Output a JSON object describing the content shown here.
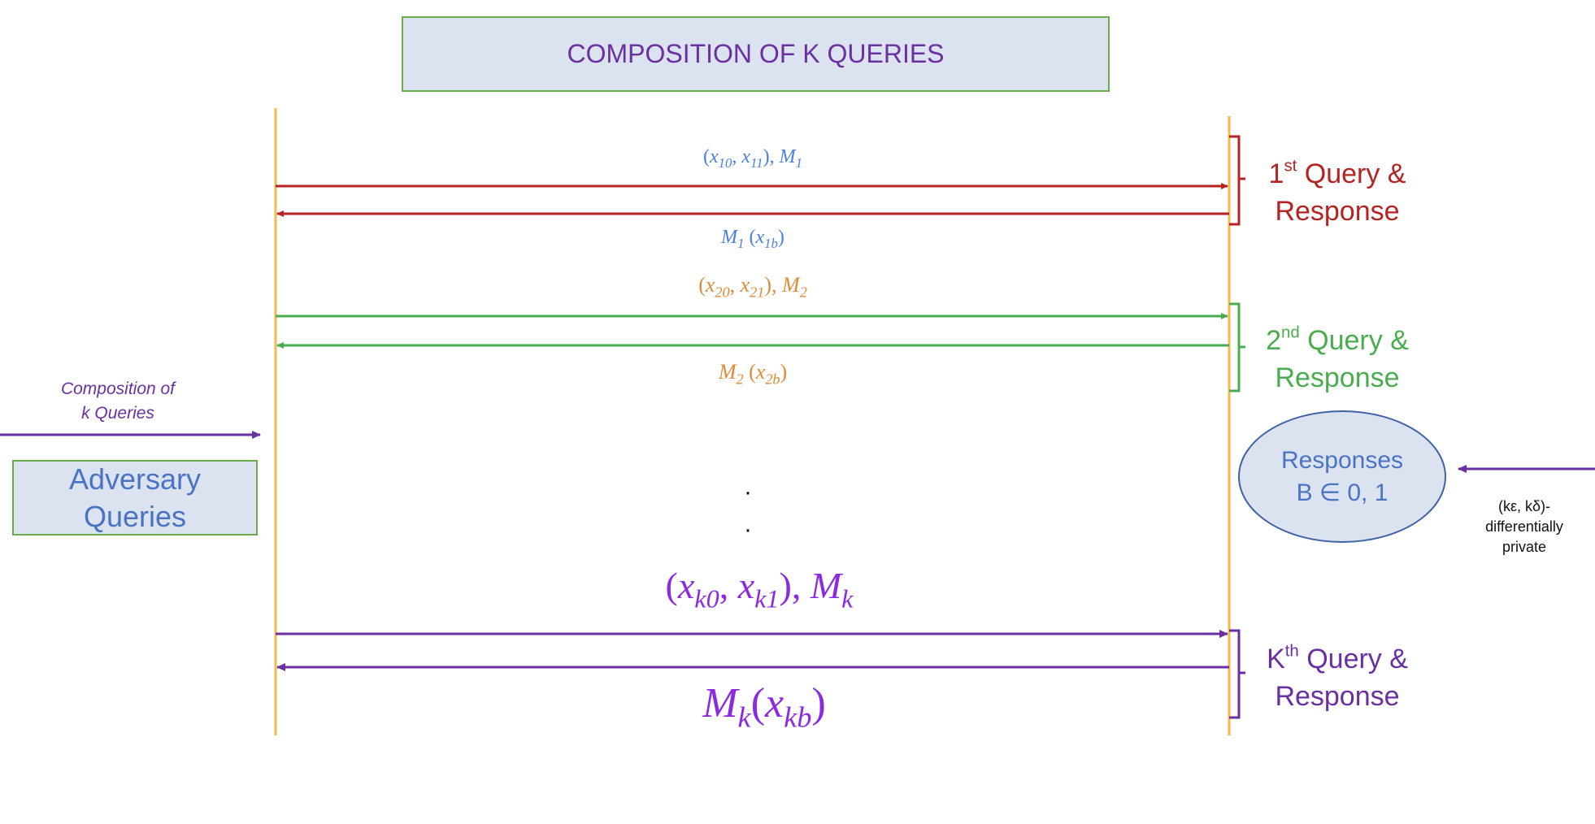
{
  "title": "COMPOSITION OF K QUERIES",
  "adversary": {
    "line1": "Adversary",
    "line2": "Queries"
  },
  "left_note": {
    "line1": "Composition of",
    "line2": "k Queries"
  },
  "responses": {
    "line1": "Responses",
    "line2": "B ∈ 0, 1"
  },
  "dp_note": {
    "line1": "(kε, kδ)-",
    "line2": "differentially",
    "line3": "private"
  },
  "queries": [
    {
      "color": "#b52323",
      "label_color": "#4a80e0",
      "query_msg": {
        "x0": "x",
        "s0": "10",
        "x1": "x",
        "s1": "11",
        "m": "M",
        "ms": "1"
      },
      "response_msg": {
        "m": "M",
        "ms": "1",
        "x": "x",
        "xs": "1b"
      },
      "label": {
        "num": "1",
        "sup": "st",
        "line1_rest": " Query &",
        "line2": "Response"
      }
    },
    {
      "color": "#49ad4f",
      "label_color": "#e08a38",
      "query_msg": {
        "x0": "x",
        "s0": "20",
        "x1": "x",
        "s1": "21",
        "m": "M",
        "ms": "2"
      },
      "response_msg": {
        "m": "M",
        "ms": "2",
        "x": "x",
        "xs": "2b"
      },
      "label": {
        "num": "2",
        "sup": "nd",
        "line1_rest": " Query &",
        "line2": "Response"
      }
    },
    {
      "color": "#6a2fa0",
      "label_color": "#8a2be2",
      "query_msg": {
        "x0": "x",
        "s0": "k0",
        "x1": "x",
        "s1": "k1",
        "m": "M",
        "ms": "k"
      },
      "response_msg": {
        "m": "M",
        "ms": "k",
        "x": "x",
        "xs": "kb"
      },
      "label": {
        "num": "K",
        "sup": "th",
        "line1_rest": " Query &",
        "line2": "Response"
      }
    }
  ],
  "ellipsis": [
    "·",
    "·"
  ],
  "colors": {
    "lifeline": "#f5b94a",
    "box_fill": "#dce3f0",
    "box_border": "#6aac4e",
    "title": "#6a2fa0",
    "adversary_text": "#4a73c4"
  }
}
